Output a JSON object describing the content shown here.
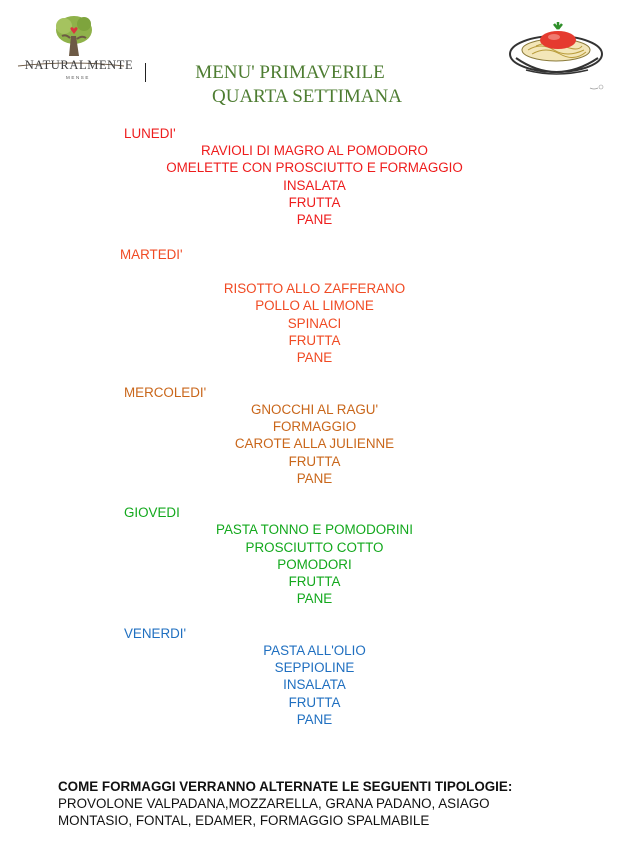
{
  "brand": {
    "name": "NATURALMENTE",
    "sub": "MENSE"
  },
  "title": {
    "line1": "MENU' PRIMAVERILE",
    "line2": "QUARTA SETTIMANA"
  },
  "colors": {
    "monday": "#ee1c1c",
    "tuesday": "#f04a23",
    "wednesday": "#c9661a",
    "thursday": "#12a81c",
    "friday": "#1f6fc0",
    "title": "#4e7d32"
  },
  "days": [
    {
      "label": "LUNEDI'",
      "items": [
        "RAVIOLI DI MAGRO AL POMODORO",
        "OMELETTE CON PROSCIUTTO E FORMAGGIO",
        "INSALATA",
        "FRUTTA",
        "PANE"
      ]
    },
    {
      "label": "MARTEDI'",
      "items": [
        "RISOTTO ALLO ZAFFERANO",
        "POLLO AL LIMONE",
        "SPINACI",
        "FRUTTA",
        "PANE"
      ]
    },
    {
      "label": "MERCOLEDI'",
      "items": [
        "GNOCCHI AL RAGU'",
        "FORMAGGIO",
        "CAROTE ALLA JULIENNE",
        "FRUTTA",
        "PANE"
      ]
    },
    {
      "label": "GIOVEDI",
      "items": [
        "PASTA TONNO E POMODORINI",
        "PROSCIUTTO COTTO",
        "POMODORI",
        "FRUTTA",
        "PANE"
      ]
    },
    {
      "label": "VENERDI'",
      "items": [
        "PASTA ALL'OLIO",
        "SEPPIOLINE",
        "INSALATA",
        "FRUTTA",
        "PANE"
      ]
    }
  ],
  "note": {
    "heading": "COME FORMAGGI VERRANNO ALTERNATE LE SEGUENTI TIPOLOGIE:",
    "line1": "PROVOLONE VALPADANA,MOZZARELLA, GRANA PADANO, ASIAGO",
    "line2": "MONTASIO, FONTAL, EDAMER, FORMAGGIO SPALMABILE"
  }
}
